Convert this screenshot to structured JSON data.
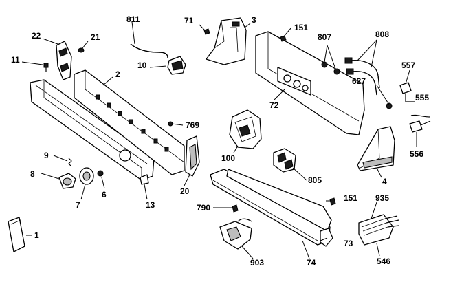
{
  "callouts": {
    "c1": "1",
    "c2": "2",
    "c3": "3",
    "c4": "4",
    "c6": "6",
    "c7": "7",
    "c8": "8",
    "c9": "9",
    "c10": "10",
    "c11": "11",
    "c13": "13",
    "c20": "20",
    "c21": "21",
    "c22": "22",
    "c71": "71",
    "c72": "72",
    "c73": "73",
    "c74": "74",
    "c100": "100",
    "c151": "151",
    "c151b": "151",
    "c546": "546",
    "c555": "555",
    "c556": "556",
    "c557": "557",
    "c627": "627",
    "c769": "769",
    "c790": "790",
    "c805": "805",
    "c807": "807",
    "c808": "808",
    "c811": "811",
    "c903": "903",
    "c935": "935"
  },
  "colors": {
    "ink": "#000000",
    "paper": "#ffffff",
    "shade": "#bdbdbd"
  }
}
